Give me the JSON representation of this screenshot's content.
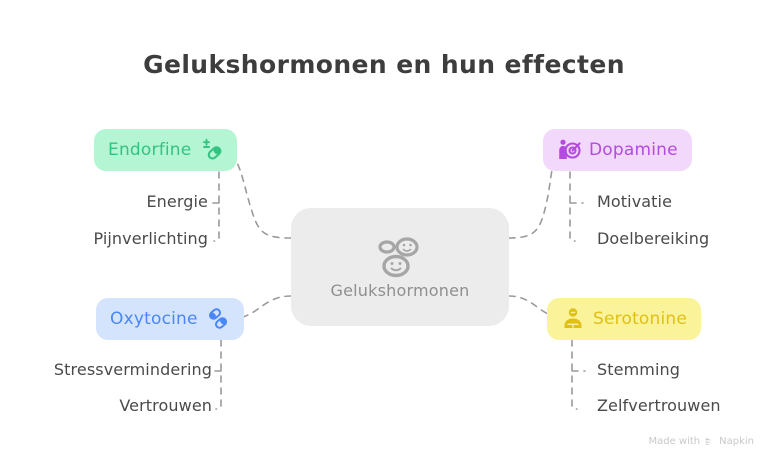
{
  "title": "Gelukshormonen en hun effecten",
  "center": {
    "label": "Gelukshormonen",
    "icon": "smiley-faces-icon",
    "bg_color": "#ececec",
    "text_color": "#8f8f8f"
  },
  "branches": [
    {
      "id": "endorfine",
      "label": "Endorfine",
      "icon": "pill-plus-minus-icon",
      "icon_side": "right",
      "bg_color": "#b4f5d3",
      "text_color": "#33c481",
      "position": "top-left",
      "children": [
        "Energie",
        "Pijnverlichting"
      ]
    },
    {
      "id": "dopamine",
      "label": "Dopamine",
      "icon": "person-target-icon",
      "icon_side": "left",
      "bg_color": "#f2d8fb",
      "text_color": "#b44be0",
      "position": "top-right",
      "children": [
        "Motivatie",
        "Doelbereiking"
      ]
    },
    {
      "id": "oxytocine",
      "label": "Oxytocine",
      "icon": "two-pills-icon",
      "icon_side": "right",
      "bg_color": "#d5e4fd",
      "text_color": "#4a86f7",
      "position": "bottom-left",
      "children": [
        "Stressvermindering",
        "Vertrouwen"
      ]
    },
    {
      "id": "serotonine",
      "label": "Serotonine",
      "icon": "person-bust-icon",
      "icon_side": "left",
      "bg_color": "#faf39a",
      "text_color": "#e0c015",
      "position": "bottom-right",
      "children": [
        "Stemming",
        "Zelfvertrouwen"
      ]
    }
  ],
  "leaves": {
    "energie": "Energie",
    "pijnverlichting": "Pijnverlichting",
    "motivatie": "Motivatie",
    "doelbereiking": "Doelbereiking",
    "stressvermindering": "Stressvermindering",
    "vertrouwen": "Vertrouwen",
    "stemming": "Stemming",
    "zelfvertrouwen": "Zelfvertrouwen"
  },
  "footer": {
    "text_before": "Made with",
    "brand": "Napkin",
    "logo_icon": "napkin-chevron-logo"
  },
  "style": {
    "connector_color": "#9a9a9a",
    "leaf_text_color": "#4a4a4a",
    "title_color": "#3d3d3d",
    "background": "#ffffff"
  }
}
